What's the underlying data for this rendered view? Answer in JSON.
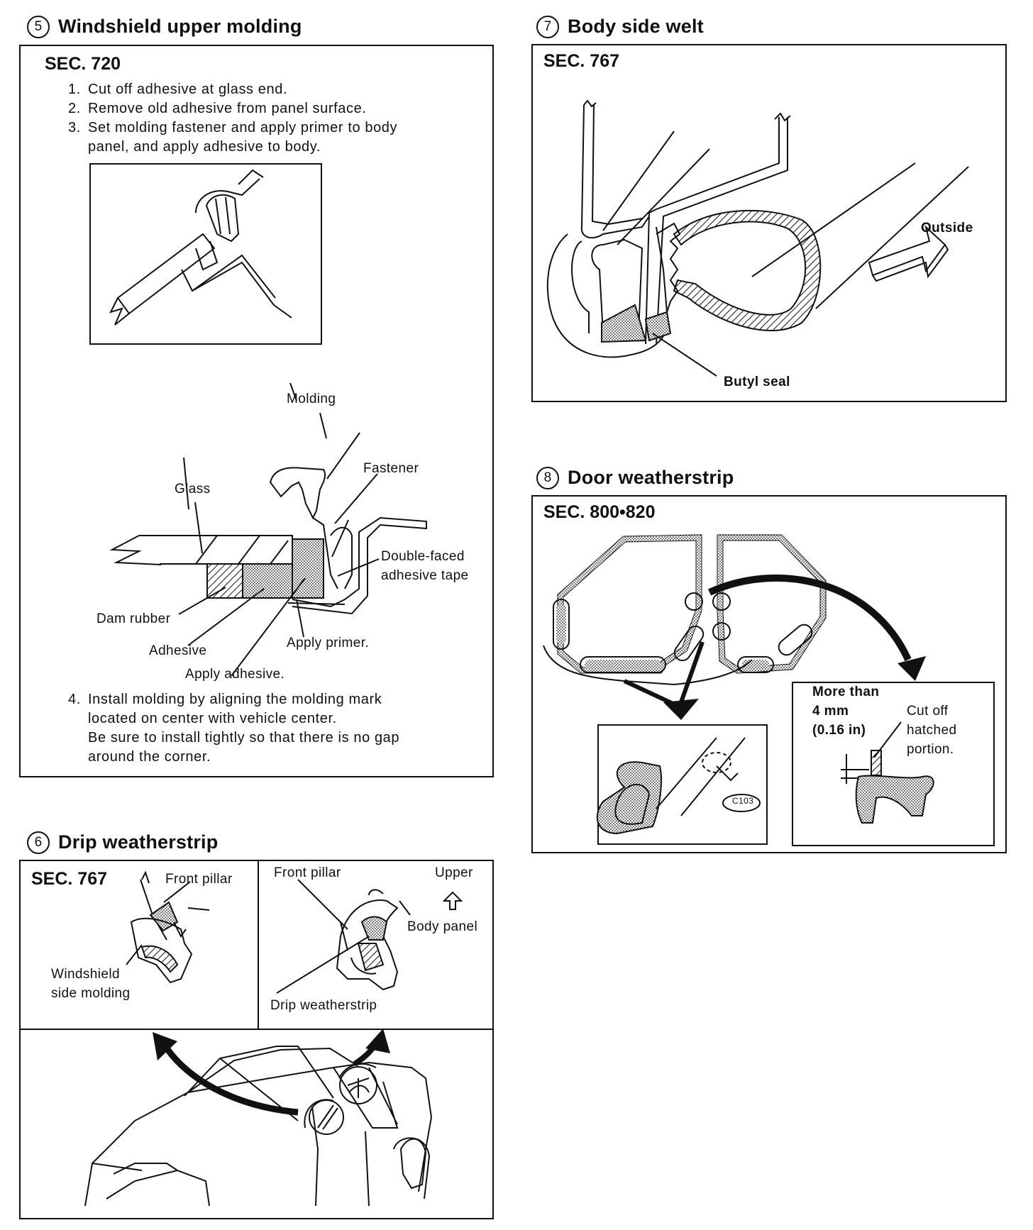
{
  "s5": {
    "num": "5",
    "title": "Windshield upper molding",
    "sec": "SEC. 720",
    "steps": [
      {
        "n": "1.",
        "lines": [
          "Cut off adhesive at glass end."
        ]
      },
      {
        "n": "2.",
        "lines": [
          "Remove old adhesive from panel surface."
        ]
      },
      {
        "n": "3.",
        "lines": [
          "Set molding fastener and apply primer to body",
          "panel, and apply adhesive to body."
        ]
      },
      {
        "n": "4.",
        "lines": [
          "Install molding by aligning the molding mark",
          "located on center with vehicle center.",
          "Be sure to install tightly so that there is no gap",
          "around the corner."
        ]
      }
    ],
    "labels": {
      "molding": "Molding",
      "fastener": "Fastener",
      "glass": "Glass",
      "tape1": "Double-faced",
      "tape2": "adhesive tape",
      "dam": "Dam rubber",
      "adhesive": "Adhesive",
      "primer": "Apply primer.",
      "apply_adhesive": "Apply adhesive."
    }
  },
  "s6": {
    "num": "6",
    "title": "Drip weatherstrip",
    "sec": "SEC. 767",
    "labels": {
      "front_pillar_left": "Front pillar",
      "ws_molding1": "Windshield",
      "ws_molding2": "side molding",
      "front_pillar_right": "Front pillar",
      "upper": "Upper",
      "body_panel": "Body panel",
      "drip": "Drip weatherstrip"
    }
  },
  "s7": {
    "num": "7",
    "title": "Body side welt",
    "sec": "SEC. 767",
    "labels": {
      "outside": "Outside",
      "butyl": "Butyl seal"
    }
  },
  "s8": {
    "num": "8",
    "title": "Door weatherstrip",
    "sec": "SEC. 800•820",
    "labels": {
      "more1": "More than",
      "more2": "4 mm",
      "more3": "(0.16 in)",
      "cut1": "Cut off",
      "cut2": "hatched",
      "cut3": "portion.",
      "clip": "C103"
    }
  }
}
